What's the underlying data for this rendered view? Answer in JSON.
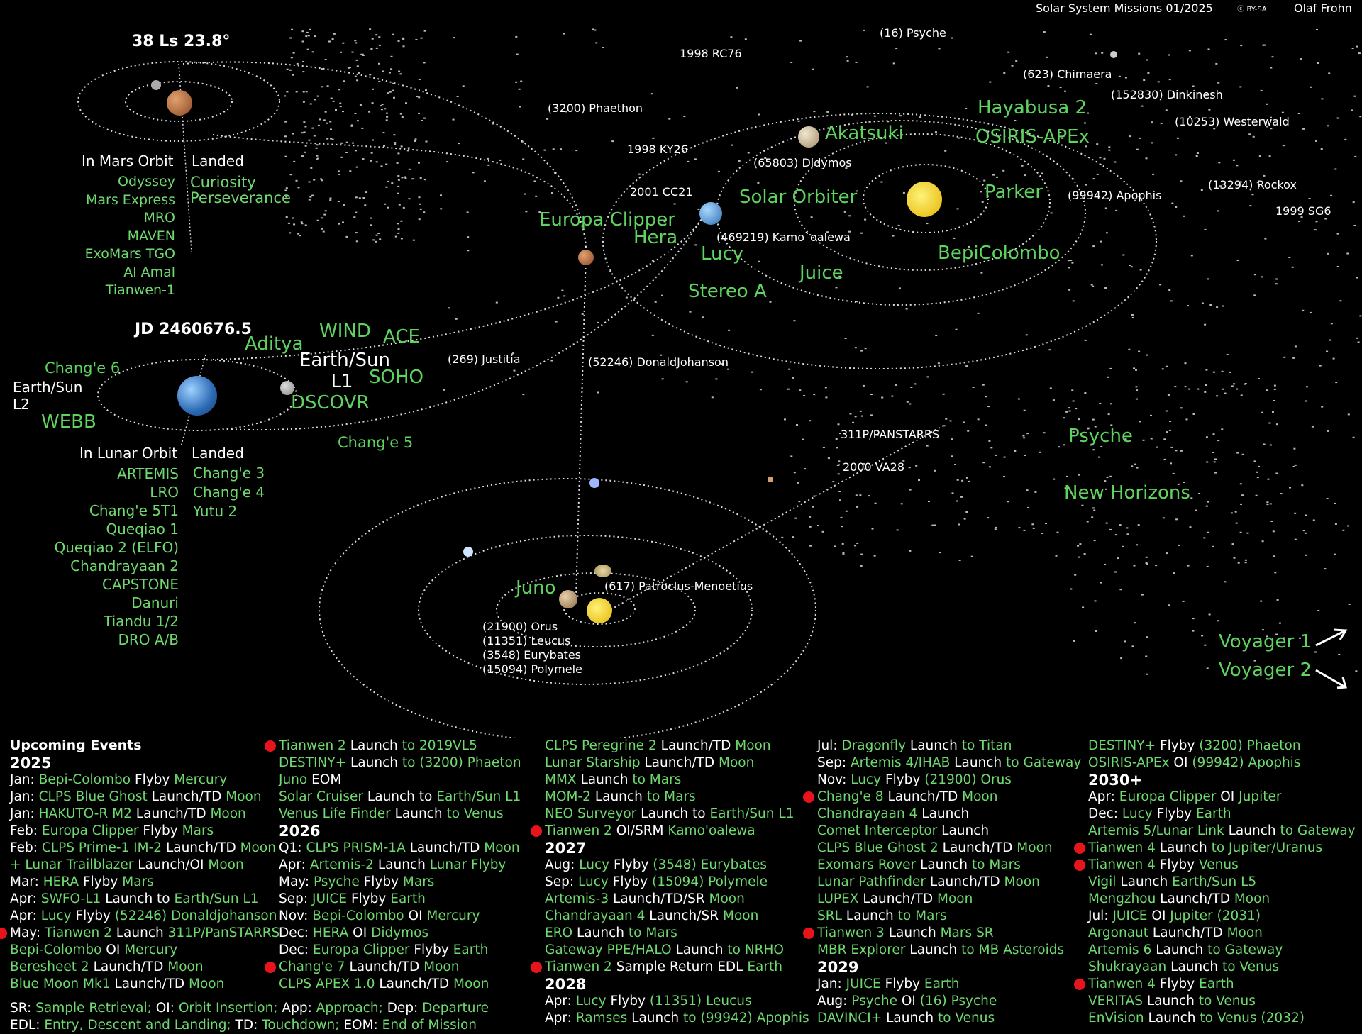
{
  "header": {
    "title": "Solar System Missions 01/2025",
    "license": "BY-SA",
    "author": "Olaf Frohn"
  },
  "mars_panel": {
    "title": "38 Ls 23.8°",
    "orbit_heading": "In Mars Orbit",
    "landed_heading": "Landed",
    "orbiters": [
      "Odyssey",
      "Mars Express",
      "MRO",
      "MAVEN",
      "ExoMars TGO",
      "Al Amal",
      "Tianwen-1"
    ],
    "landers": [
      "Curiosity",
      "Perseverance"
    ]
  },
  "earth_panel": {
    "title": "JD 2460676.5",
    "l2_label": "Earth/Sun L2",
    "webb": "WEBB",
    "change6": "Chang'e 6",
    "l1_label": "Earth/Sun L1",
    "aditya": "Aditya",
    "wind": "WIND",
    "ace": "ACE",
    "soho": "SOHO",
    "dscovr": "DSCOVR",
    "change5": "Chang'e 5",
    "lunar_orbit_heading": "In Lunar Orbit",
    "landed_heading": "Landed",
    "lunar_orbiters": [
      "ARTEMIS",
      "LRO",
      "Chang'e 5T1",
      "Queqiao 1",
      "Queqiao 2 (ELFO)",
      "Chandrayaan 2",
      "CAPSTONE",
      "Danuri",
      "Tiandu 1/2",
      "DRO A/B"
    ],
    "lunar_landers": [
      "Chang'e 3",
      "Chang'e 4",
      "Yutu 2"
    ]
  },
  "inner_system": {
    "missions": {
      "akatsuki": "Akatsuki",
      "hayabusa2": "Hayabusa 2",
      "osirisapex": "OSIRIS-APEx",
      "solar_orbiter": "Solar Orbiter",
      "parker": "Parker",
      "europa_clipper": "Europa Clipper",
      "hera": "Hera",
      "lucy": "Lucy",
      "bepicolombo": "BepiColombo",
      "juice": "Juice",
      "stereo_a": "Stereo A",
      "psyche": "Psyche",
      "new_horizons": "New Horizons",
      "juno": "Juno",
      "voyager1": "Voyager 1",
      "voyager2": "Voyager 2"
    },
    "bodies": {
      "b1": "(16) Psyche",
      "b2": "1998 RC76",
      "b3": "(623) Chimaera",
      "b4": "(152830) Dinkinesh",
      "b5": "(3200) Phaethon",
      "b6": "(10253) Westerwald",
      "b7": "1998 KY26",
      "b8": "(65803) Didymos",
      "b9": "2001 CC21",
      "b10": "(13294) Rockox",
      "b11": "(99942) Apophis",
      "b12": "1999 SG6",
      "b13": "(469219) Kamo`oalewa",
      "b14": "(269) Justitia",
      "b15": "(52246) DonaldJohanson",
      "b16": "311P/PANSTARRS",
      "b17": "2000 VA28",
      "b18": "(617) Patroclus-Menoetius",
      "b19": "(21900) Orus",
      "b20": "(11351) Leucus",
      "b21": "(3548) Eurybates",
      "b22": "(15094) Polymele"
    }
  },
  "events": {
    "title": "Upcoming Events",
    "columns": [
      [
        {
          "y": "2025"
        },
        {
          "t": "Jan: ",
          "g": "Bepi-Colombo ",
          "w": "Flyby ",
          "g2": "Mercury"
        },
        {
          "t": "Jan: ",
          "g": "CLPS Blue Ghost ",
          "w": "Launch/TD ",
          "g2": "Moon"
        },
        {
          "t": "Jan: ",
          "g": "HAKUTO-R M2 ",
          "w": "Launch/TD ",
          "g2": "Moon"
        },
        {
          "t": "Feb: ",
          "g": "Europa Clipper ",
          "w": "Flyby ",
          "g2": "Mars"
        },
        {
          "t": "Feb: ",
          "g": "CLPS Prime-1 IM-2 ",
          "w": "Launch/TD ",
          "g2": "Moon"
        },
        {
          "t": "   ",
          "g": "+ Lunar Trailblazer ",
          "w": "Launch/OI ",
          "g2": "Moon"
        },
        {
          "t": "Mar: ",
          "g": "HERA ",
          "w": "Flyby ",
          "g2": "Mars"
        },
        {
          "t": "Apr: ",
          "g": "SWFO-L1 ",
          "w": "Launch to ",
          "g2": "Earth/Sun L1"
        },
        {
          "t": "Apr: ",
          "g": "Lucy ",
          "w": "Flyby ",
          "g2": "(52246) Donaldjohanson"
        },
        {
          "t": "May: ",
          "g": "Tianwen 2 ",
          "w": "Launch ",
          "g2": "311P/PanSTARRS",
          "dot": "1"
        },
        {
          "t": "",
          "g": "Bepi-Colombo ",
          "w": "OI ",
          "g2": "Mercury"
        },
        {
          "t": "",
          "g": "Beresheet 2 ",
          "w": "Launch/TD ",
          "g2": "Moon"
        },
        {
          "t": "",
          "g": "Blue Moon Mk1 ",
          "w": "Launch/TD ",
          "g2": "Moon"
        }
      ],
      [
        {
          "t": "",
          "g": "Tianwen 2 ",
          "w": "Launch ",
          "g2": "to 2019VL5",
          "dot": "1"
        },
        {
          "t": "",
          "g": "DESTINY+ ",
          "w": "Launch ",
          "g2": "to (3200) Phaeton"
        },
        {
          "t": "",
          "g": "Juno ",
          "w": "EOM",
          "g2": ""
        },
        {
          "t": "",
          "g": "Solar Cruiser ",
          "w": "Launch to ",
          "g2": "Earth/Sun L1"
        },
        {
          "t": "",
          "g": "Venus Life Finder ",
          "w": "Launch ",
          "g2": "to Venus"
        },
        {
          "y": "2026"
        },
        {
          "t": "Q1: ",
          "g": "CLPS PRISM-1A ",
          "w": "Launch/TD ",
          "g2": "Moon"
        },
        {
          "t": "Apr: ",
          "g": "Artemis-2 ",
          "w": "Launch ",
          "g2": "Lunar Flyby"
        },
        {
          "t": "May: ",
          "g": "Psyche ",
          "w": "Flyby ",
          "g2": "Mars"
        },
        {
          "t": "Sep: ",
          "g": "JUICE ",
          "w": "Flyby ",
          "g2": "Earth"
        },
        {
          "t": "Nov: ",
          "g": "Bepi-Colombo ",
          "w": "OI ",
          "g2": "Mercury"
        },
        {
          "t": "Dec: ",
          "g": "HERA ",
          "w": "OI ",
          "g2": "Didymos"
        },
        {
          "t": "Dec: ",
          "g": "Europa Clipper ",
          "w": "Flyby ",
          "g2": "Earth"
        },
        {
          "t": "",
          "g": "Chang'e 7 ",
          "w": "Launch/TD ",
          "g2": "Moon",
          "dot": "1"
        },
        {
          "t": "",
          "g": "CLPS APEX 1.0 ",
          "w": "Launch/TD ",
          "g2": "Moon"
        }
      ],
      [
        {
          "t": "",
          "g": "CLPS Peregrine 2 ",
          "w": "Launch/TD ",
          "g2": "Moon"
        },
        {
          "t": "",
          "g": "Lunar Starship ",
          "w": "Launch/TD ",
          "g2": "Moon"
        },
        {
          "t": "",
          "g": "MMX ",
          "w": "Launch ",
          "g2": "to Mars"
        },
        {
          "t": "",
          "g": "MOM-2 ",
          "w": "Launch ",
          "g2": "to Mars"
        },
        {
          "t": "",
          "g": "NEO Surveyor ",
          "w": "Launch to ",
          "g2": "Earth/Sun L1"
        },
        {
          "t": "",
          "g": "Tianwen 2 ",
          "w": "OI/SRM ",
          "g2": "Kamo'oalewa",
          "dot": "1"
        },
        {
          "y": "2027"
        },
        {
          "t": "Aug: ",
          "g": "Lucy ",
          "w": "Flyby ",
          "g2": "(3548) Eurybates"
        },
        {
          "t": "Sep: ",
          "g": "Lucy ",
          "w": "Flyby ",
          "g2": "(15094) Polymele"
        },
        {
          "t": "",
          "g": "Artemis-3 ",
          "w": "Launch/TD/SR ",
          "g2": "Moon"
        },
        {
          "t": "",
          "g": "Chandrayaan 4 ",
          "w": "Launch/SR ",
          "g2": "Moon"
        },
        {
          "t": "",
          "g": "ERO ",
          "w": "Launch ",
          "g2": "to Mars"
        },
        {
          "t": "",
          "g": "Gateway PPE/HALO ",
          "w": "Launch ",
          "g2": "to NRHO"
        },
        {
          "t": "",
          "g": "Tianwen 2 ",
          "w": "Sample Return EDL ",
          "g2": "Earth",
          "dot": "1"
        },
        {
          "y": "2028"
        },
        {
          "t": "Apr: ",
          "g": "Lucy ",
          "w": "Flyby ",
          "g2": "(11351) Leucus"
        },
        {
          "t": "Apr: ",
          "g": "Ramses ",
          "w": "Launch ",
          "g2": "to (99942) Apophis"
        }
      ],
      [
        {
          "t": "Jul: ",
          "g": "Dragonfly ",
          "w": "Launch ",
          "g2": "to Titan"
        },
        {
          "t": "Sep: ",
          "g": "Artemis 4/IHAB ",
          "w": "Launch ",
          "g2": "to Gateway"
        },
        {
          "t": "Nov: ",
          "g": "Lucy ",
          "w": "Flyby ",
          "g2": "(21900) Orus"
        },
        {
          "t": "",
          "g": "Chang'e 8 ",
          "w": "Launch/TD ",
          "g2": "Moon",
          "dot": "1"
        },
        {
          "t": "",
          "g": "Chandrayaan 4 ",
          "w": "Launch",
          "g2": ""
        },
        {
          "t": "",
          "g": "Comet Interceptor ",
          "w": "Launch",
          "g2": ""
        },
        {
          "t": "",
          "g": "CLPS Blue Ghost 2 ",
          "w": "Launch/TD ",
          "g2": "Moon"
        },
        {
          "t": "",
          "g": "Exomars Rover ",
          "w": "Launch ",
          "g2": "to Mars"
        },
        {
          "t": "",
          "g": "Lunar Pathfinder ",
          "w": "Launch/TD ",
          "g2": "Moon"
        },
        {
          "t": "",
          "g": "LUPEX ",
          "w": "Launch/TD ",
          "g2": "Moon"
        },
        {
          "t": "",
          "g": "SRL ",
          "w": "Launch ",
          "g2": "to Mars"
        },
        {
          "t": "",
          "g": "Tianwen 3 ",
          "w": "Launch ",
          "g2": "Mars SR",
          "dot": "1"
        },
        {
          "t": "",
          "g": "MBR Explorer ",
          "w": "Launch ",
          "g2": "to MB Asteroids"
        },
        {
          "y": "2029"
        },
        {
          "t": "Jan: ",
          "g": "JUICE ",
          "w": "Flyby ",
          "g2": "Earth"
        },
        {
          "t": "Aug: ",
          "g": "Psyche ",
          "w": "OI ",
          "g2": "(16) Psyche"
        },
        {
          "t": "",
          "g": "DAVINCI+ ",
          "w": "Launch ",
          "g2": "to Venus"
        }
      ],
      [
        {
          "t": "",
          "g": "DESTINY+ ",
          "w": "Flyby ",
          "g2": "(3200) Phaeton"
        },
        {
          "t": "",
          "g": "OSIRIS-APEx ",
          "w": "OI ",
          "g2": "(99942) Apophis"
        },
        {
          "y": "2030+"
        },
        {
          "t": "Apr: ",
          "g": "Europa Clipper ",
          "w": "OI ",
          "g2": "Jupiter"
        },
        {
          "t": "Dec: ",
          "g": "Lucy ",
          "w": "Flyby ",
          "g2": "Earth"
        },
        {
          "t": "",
          "g": "Artemis 5/Lunar Link ",
          "w": "Launch ",
          "g2": "to Gateway"
        },
        {
          "t": "",
          "g": "Tianwen 4 ",
          "w": "Launch ",
          "g2": "to Jupiter/Uranus",
          "dot": "1"
        },
        {
          "t": "",
          "g": "Tianwen 4 ",
          "w": "Flyby ",
          "g2": "Venus",
          "dot": "1"
        },
        {
          "t": "",
          "g": "Vigil ",
          "w": "Launch ",
          "g2": "Earth/Sun L5"
        },
        {
          "t": "",
          "g": "Mengzhou ",
          "w": "Launch/TD ",
          "g2": "Moon"
        },
        {
          "t": "Jul: ",
          "g": "JUICE ",
          "w": "OI ",
          "g2": "Jupiter (2031)"
        },
        {
          "t": "",
          "g": "Argonaut ",
          "w": "Launch/TD ",
          "g2": "Moon"
        },
        {
          "t": "",
          "g": "Artemis 6 ",
          "w": "Launch ",
          "g2": "to Gateway"
        },
        {
          "t": "",
          "g": "Shukrayaan ",
          "w": "Launch ",
          "g2": "to Venus"
        },
        {
          "t": "",
          "g": "Tianwen 4 ",
          "w": "Flyby ",
          "g2": "Earth",
          "dot": "1"
        },
        {
          "t": "",
          "g": "VERITAS ",
          "w": "Launch ",
          "g2": "to Venus"
        },
        {
          "t": "",
          "g": "EnVision ",
          "w": "Launch ",
          "g2": "to Venus (2032)"
        }
      ]
    ]
  },
  "legend": {
    "line1": [
      [
        "SR:",
        "w"
      ],
      [
        " Sample Retrieval; ",
        "g"
      ],
      [
        "OI:",
        "w"
      ],
      [
        " Orbit Insertion; ",
        "g"
      ],
      [
        "App:",
        "w"
      ],
      [
        " Approach; ",
        "g"
      ],
      [
        "Dep:",
        "w"
      ],
      [
        " Departure",
        "g"
      ]
    ],
    "line2": [
      [
        "EDL:",
        "w"
      ],
      [
        " Entry, Descent and Landing; ",
        "g"
      ],
      [
        "TD:",
        "w"
      ],
      [
        " Touchdown; ",
        "g"
      ],
      [
        "EOM:",
        "w"
      ],
      [
        " End of Mission",
        "g"
      ]
    ]
  }
}
